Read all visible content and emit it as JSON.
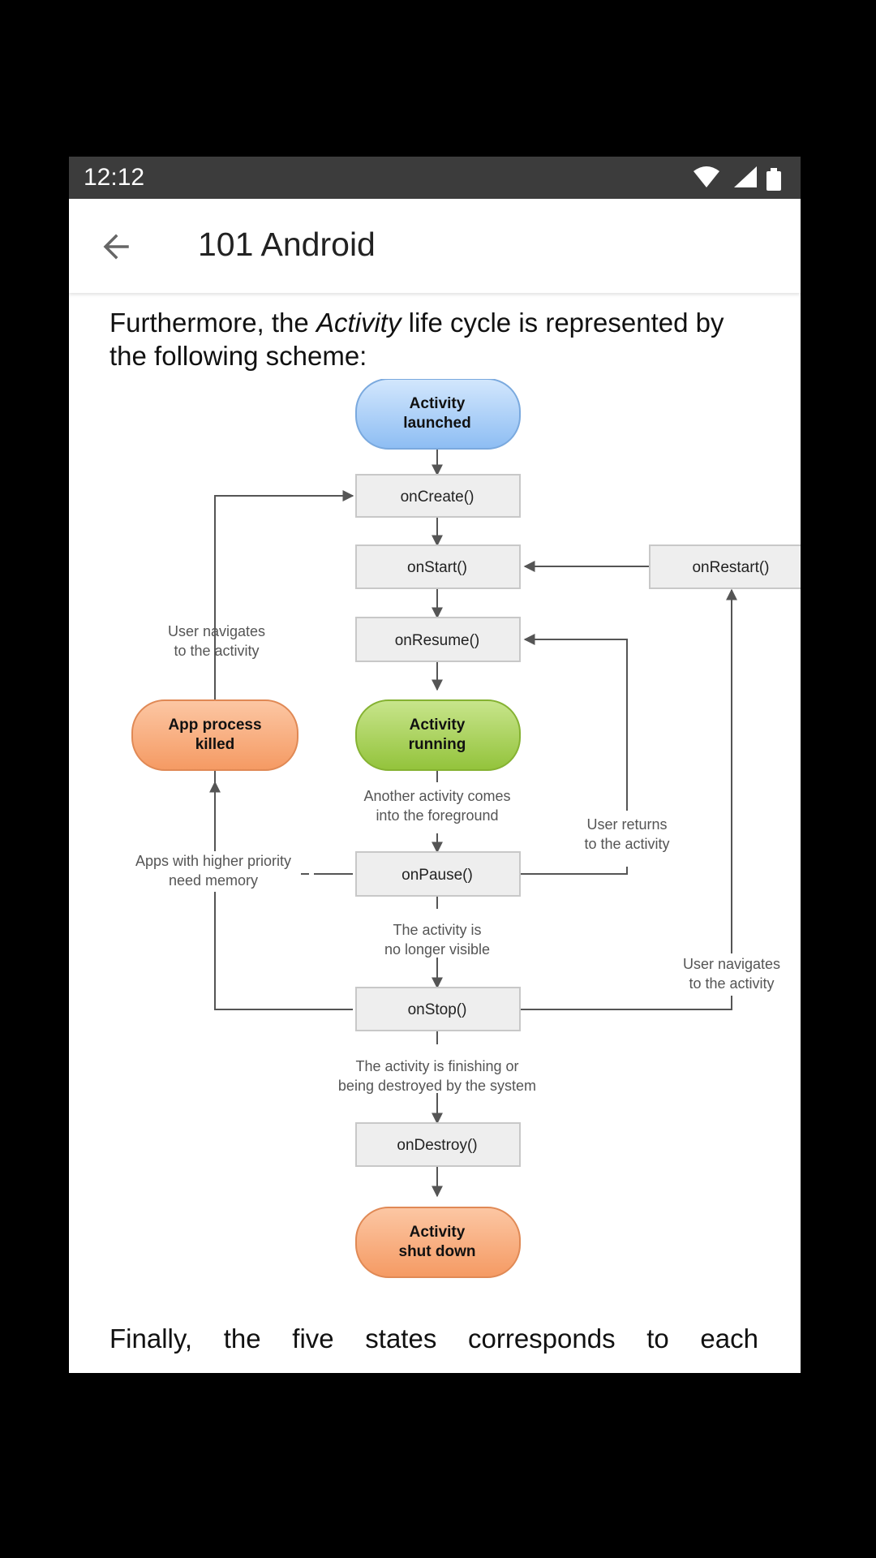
{
  "status_bar": {
    "time": "12:12",
    "icons": [
      "wifi-icon",
      "cell-signal-icon",
      "battery-icon"
    ]
  },
  "app_bar": {
    "back_icon": "arrow-back-icon",
    "title": "101 Android"
  },
  "article": {
    "intro_part1": "Furthermore, the ",
    "intro_emphasis": "Activity",
    "intro_part2": " life cycle is represented by the following scheme:",
    "finally_text": "Finally, the five states corresponds to each"
  },
  "diagram": {
    "pills": {
      "launched": [
        "Activity",
        "launched"
      ],
      "running": [
        "Activity",
        "running"
      ],
      "killed": [
        "App process",
        "killed"
      ],
      "shutdown": [
        "Activity",
        "shut down"
      ]
    },
    "boxes": {
      "on_create": "onCreate()",
      "on_start": "onStart()",
      "on_restart": "onRestart()",
      "on_resume": "onResume()",
      "on_pause": "onPause()",
      "on_stop": "onStop()",
      "on_destroy": "onDestroy()"
    },
    "notes": {
      "user_navigates_left": [
        "User navigates",
        "to the activity"
      ],
      "another_activity": [
        "Another activity comes",
        "into the foreground"
      ],
      "user_returns": [
        "User returns",
        "to the activity"
      ],
      "higher_priority": [
        "Apps with higher priority",
        "need memory"
      ],
      "no_longer_visible": [
        "The activity is",
        "no longer visible"
      ],
      "user_navigates_right": [
        "User navigates",
        "to the activity"
      ],
      "finishing": [
        "The activity is finishing or",
        "being destroyed by the system"
      ]
    },
    "colors": {
      "pill_blue": "#a7cdf6",
      "pill_green": "#a5d04e",
      "pill_orange": "#f8a877",
      "box_fill": "#eeeeee",
      "line": "#555555"
    }
  }
}
